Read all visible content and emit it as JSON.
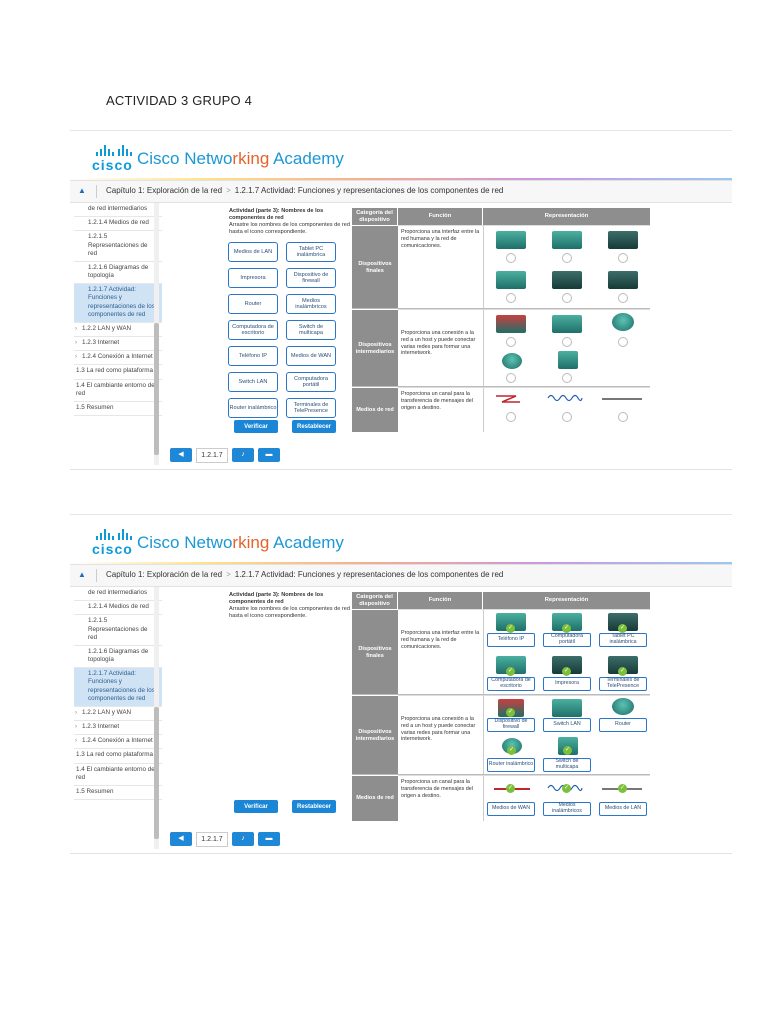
{
  "doc_title": "ACTIVIDAD 3 GRUPO 4",
  "brand": {
    "logo_text": "cisco",
    "name_pre": "Cisco Netwo",
    "name_rk": "rking",
    "name_post": " Academy"
  },
  "breadcrumb": {
    "chapter": "Capítulo 1: Exploración de la red",
    "current": "1.2.1.7 Actividad: Funciones y representaciones de los componentes de red"
  },
  "sidebar": [
    {
      "label": "de red intermediarios",
      "kind": "cut"
    },
    {
      "label": "1.2.1.4 Medios de red",
      "kind": "item"
    },
    {
      "label": "1.2.1.5 Representaciones de red",
      "kind": "item"
    },
    {
      "label": "1.2.1.6 Diagramas de topología",
      "kind": "item"
    },
    {
      "label": "1.2.1.7 Actividad: Funciones y representaciones de los componentes de red",
      "kind": "sel"
    },
    {
      "label": "1.2.2 LAN y WAN",
      "kind": "sec"
    },
    {
      "label": "1.2.3 Internet",
      "kind": "sec"
    },
    {
      "label": "1.2.4 Conexión a Internet",
      "kind": "sec"
    },
    {
      "label": "1.3 La red como plataforma",
      "kind": "top"
    },
    {
      "label": "1.4 El cambiante entorno de red",
      "kind": "top"
    },
    {
      "label": "1.5 Resumen",
      "kind": "top"
    }
  ],
  "page_number": "1.2.1.7",
  "activity": {
    "title": "Actividad (parte 3): Nombres de los componentes de red",
    "instructions": "Arrastre los nombres de los componentes de red hasta el icono correspondiente.",
    "labels": [
      "Medios de LAN",
      "Tablet PC inalámbrica",
      "Impresora",
      "Dispositivo de firewall",
      "Router",
      "Medios inalámbricos",
      "Computadora de escritorio",
      "Switch de multicapa",
      "Teléfono IP",
      "Medios de WAN",
      "Switch LAN",
      "Computadora portátil",
      "Router inalámbrico",
      "Terminales de TelePresence"
    ],
    "verify": "Verificar",
    "reset": "Restablecer"
  },
  "table": {
    "headers": [
      "Categoría del dispositivo",
      "Función",
      "Representación"
    ],
    "rows": [
      {
        "category": "Dispositivos finales",
        "function": "Proporciona una interfaz entre la red humana y la red de comunicaciones."
      },
      {
        "category": "Dispositivos intermediarios",
        "function": "Proporciona una conexión a la red a un host y puede conectar varias redes para formar una internetwork."
      },
      {
        "category": "Medios de red",
        "function": "Proporciona un canal para la transferencia de mensajes del origen a destino."
      }
    ],
    "placed": {
      "end": [
        "Teléfono IP",
        "Computadora portátil",
        "Tablet PC inalámbrica",
        "Computadora de escritorio",
        "Impresora",
        "Terminales de TelePresence"
      ],
      "inter": [
        "Dispositivo de firewall",
        "Switch LAN",
        "Router",
        "Router inalámbrico",
        "Switch de multicapa"
      ],
      "media": [
        "Medios de WAN",
        "Medios inalámbricos",
        "Medios de LAN"
      ]
    }
  },
  "colors": {
    "accent": "#1c86d6",
    "header_gray": "#8e8e8e",
    "selected_bg": "#cfe3f5",
    "check": "#7cbf3a"
  }
}
